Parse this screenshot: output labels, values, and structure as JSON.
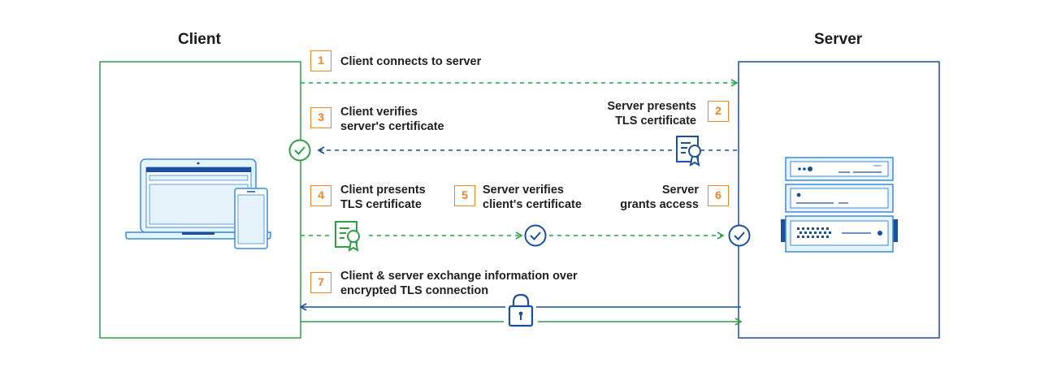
{
  "client_title": "Client",
  "server_title": "Server",
  "steps": [
    {
      "number": "1",
      "label": "Client connects to server"
    },
    {
      "number": "2",
      "label": "Server presents\nTLS certificate"
    },
    {
      "number": "3",
      "label": "Client verifies\nserver's certificate"
    },
    {
      "number": "4",
      "label": "Client presents\nTLS certificate"
    },
    {
      "number": "5",
      "label": "Server verifies\nclient's certificate"
    },
    {
      "number": "6",
      "label": "Server\ngrants access"
    },
    {
      "number": "7",
      "label": "Client & server exchange information over\nencrypted TLS connection"
    }
  ],
  "colors": {
    "client": "#2e9e48",
    "server": "#1a4f9e",
    "accent": "#f6821f",
    "device_fill": "#e6f3fb",
    "device_stroke": "#3a8be0"
  },
  "icons": [
    "laptop-icon",
    "phone-icon",
    "server-rack-icon",
    "certificate-icon",
    "check-circle-icon",
    "lock-icon"
  ]
}
